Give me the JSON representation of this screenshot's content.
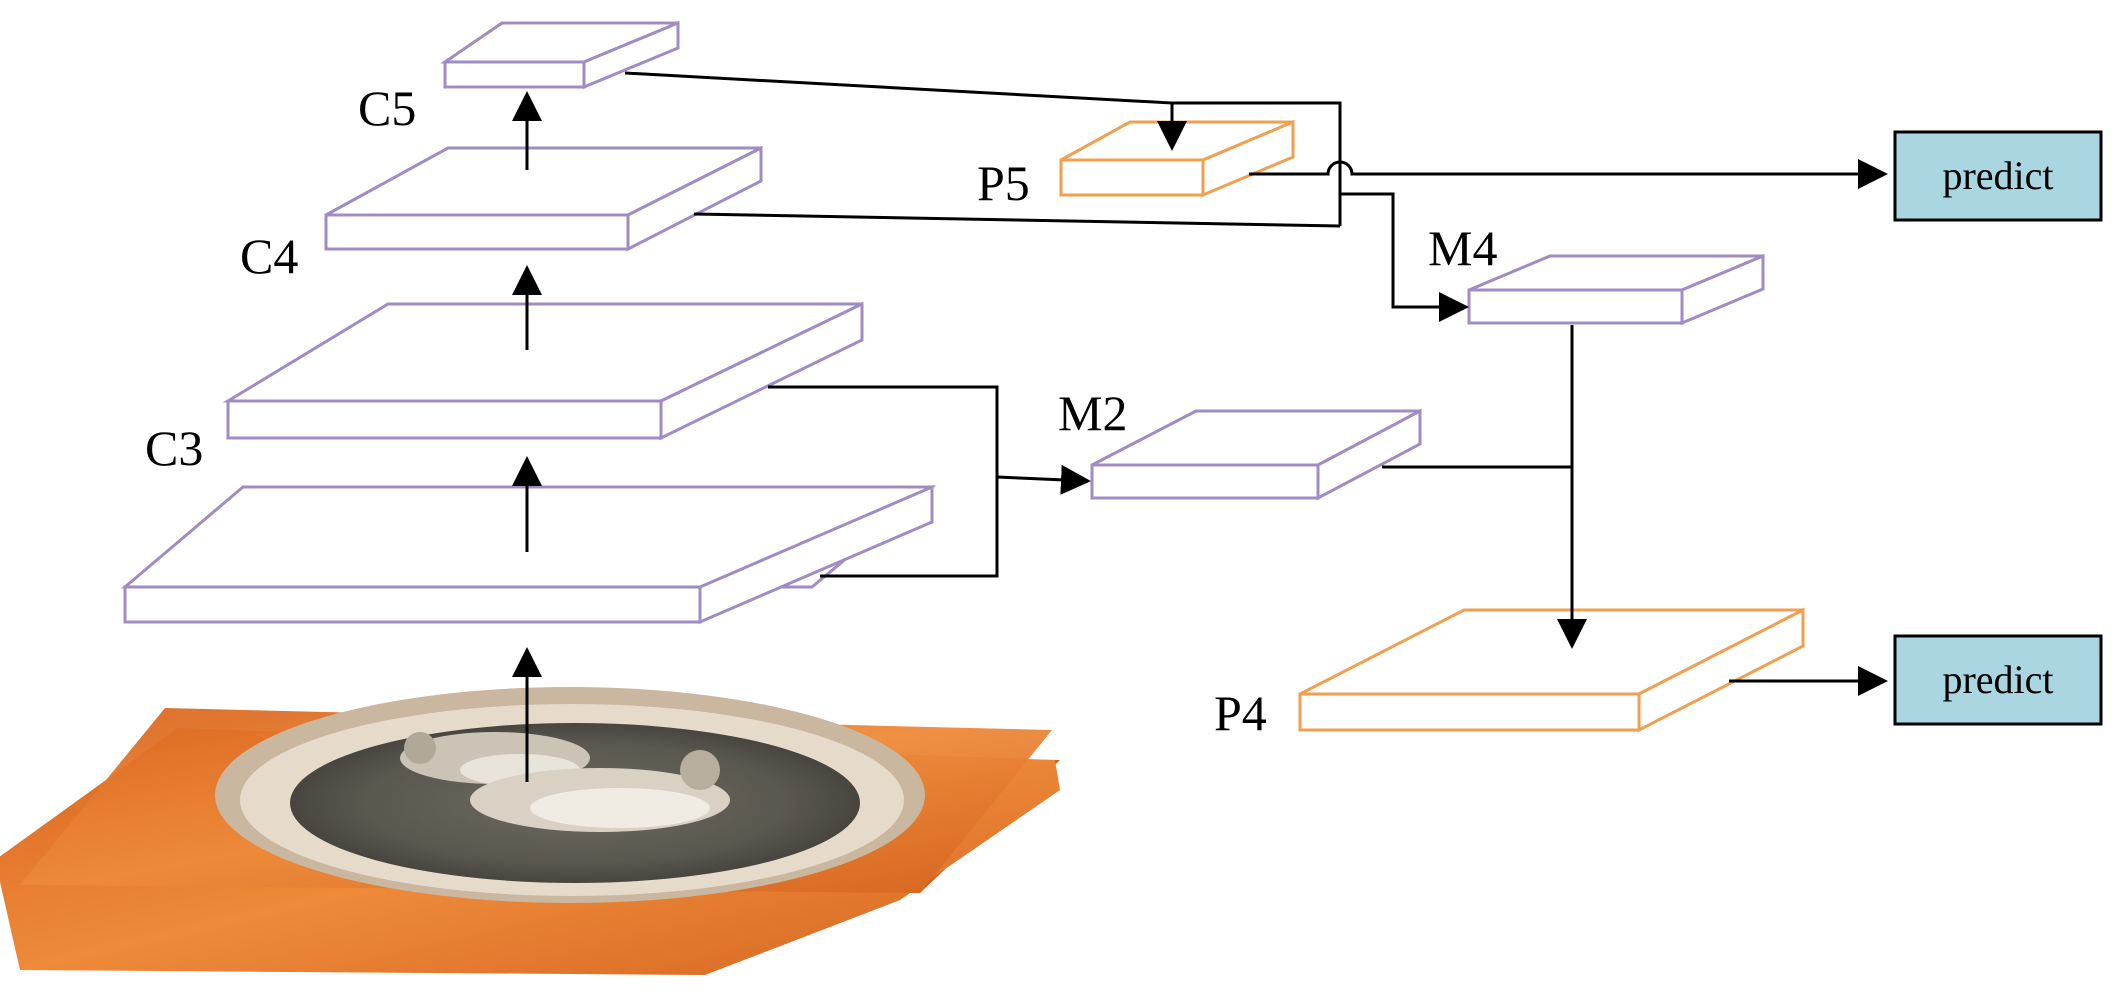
{
  "labels": {
    "c5": "C5",
    "c4": "C4",
    "c3": "C3",
    "p5": "P5",
    "m4": "M4",
    "m2": "M2",
    "p4": "P4"
  },
  "predict_top": "predict",
  "predict_bottom": "predict",
  "colors": {
    "backbone_stroke": "#a08cc4",
    "pyramid_stroke": "#f0a050",
    "predict_fill": "#a9d6e0",
    "wire": "#000000",
    "input_wood": "#e07a2a"
  },
  "icons": {
    "input_image": "cat-on-wooden-table-image"
  }
}
